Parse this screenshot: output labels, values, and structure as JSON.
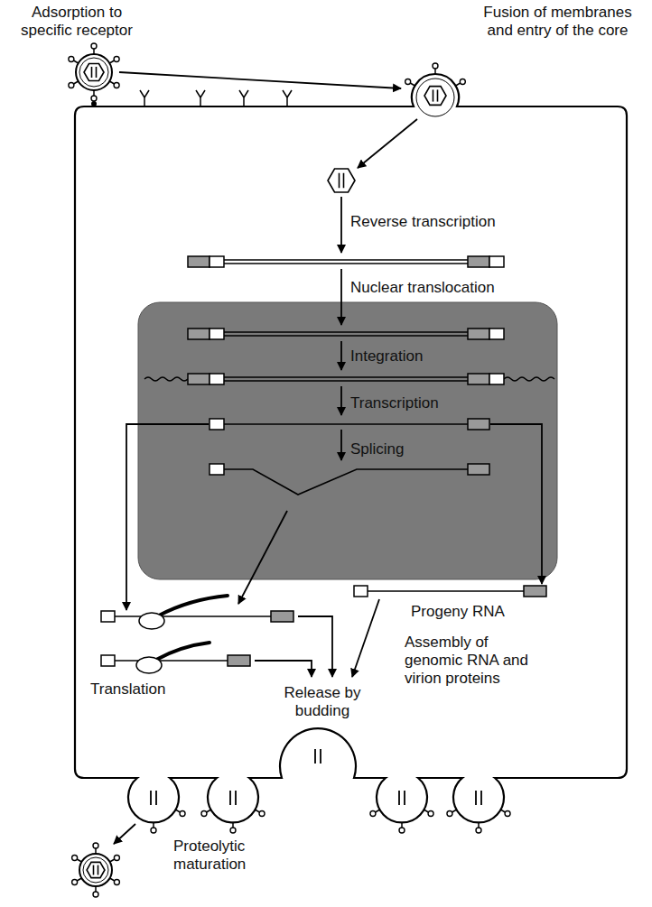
{
  "diagram": {
    "nodes": [
      {
        "text": [
          "Reverse transcription",
          "Nuclear translocation",
          "Progeny RNA",
          "Assembly of genomic RNA and virion proteins",
          "Translation",
          "Release by budding"
        ]
      },
      {
        "text": [
          "Integration",
          "Transcription",
          "Splicing"
        ],
        "in": 0
      }
    ],
    "labels": [
      "Adsorption to specific receptor",
      "Fusion of membranes and entry of the core",
      "Proteolytic maturation"
    ]
  }
}
